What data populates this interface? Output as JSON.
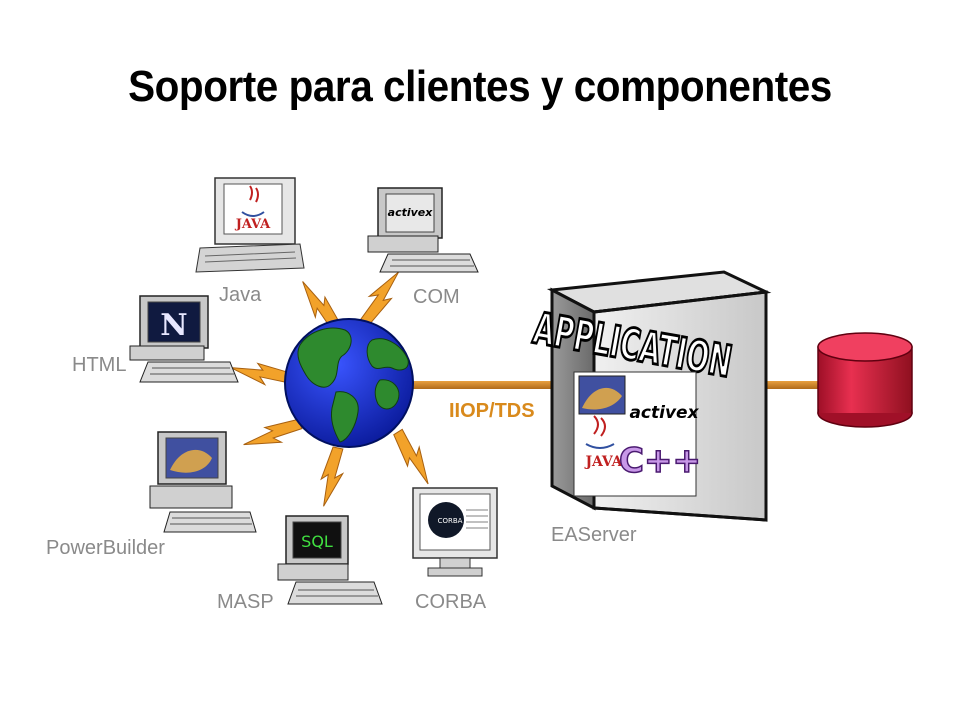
{
  "title": "Soporte para clientes y componentes",
  "clients": {
    "java": "Java",
    "com": "COM",
    "html": "HTML",
    "powerbuilder": "PowerBuilder",
    "masp": "MASP",
    "corba": "CORBA"
  },
  "server": {
    "name": "EAServer",
    "banner": "APPLICATION",
    "protocol": "IIOP/TDS",
    "logos": {
      "activex": "activex",
      "java": "JAVA",
      "cpp": "C++"
    }
  },
  "screens": {
    "java_logo": "JAVA",
    "com_logo": "activex",
    "html_logo": "N",
    "masp_logo": "SQL",
    "corba_logo": "CORBA"
  },
  "colors": {
    "bolt": "#f0a030",
    "globe_ocean": "#1a2fd8",
    "globe_land": "#2e8a2e",
    "database": "#d0203a",
    "server_box": "#d8d8d8",
    "protocol_text": "#d98a1c"
  }
}
